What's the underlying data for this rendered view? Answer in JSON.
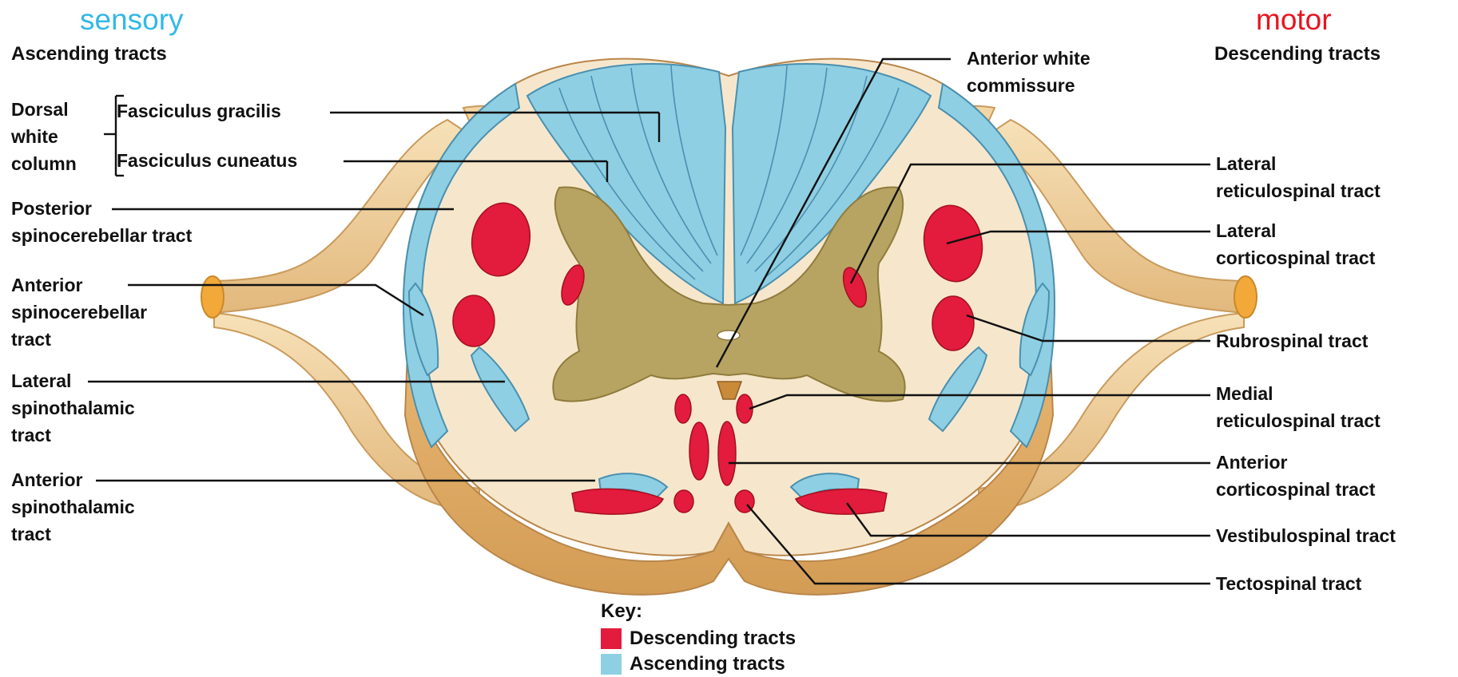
{
  "header": {
    "left_word": "sensory",
    "left_title": "Ascending tracts",
    "right_word": "motor",
    "right_title": "Descending tracts"
  },
  "left_labels": {
    "dorsal_column": [
      "Dorsal",
      "white",
      "column"
    ],
    "gracilis": "Fasciculus gracilis",
    "cuneatus": "Fasciculus cuneatus",
    "posterior_spinocerebellar": [
      "Posterior",
      "spinocerebellar tract"
    ],
    "anterior_spinocerebellar": [
      "Anterior",
      "spinocerebellar",
      "tract"
    ],
    "lateral_spinothalamic": [
      "Lateral",
      "spinothalamic",
      "tract"
    ],
    "anterior_spinothalamic": [
      "Anterior",
      "spinothalamic",
      "tract"
    ]
  },
  "right_labels": {
    "anterior_white_commissure": [
      "Anterior white",
      "commissure"
    ],
    "lateral_reticulospinal": [
      "Lateral",
      "reticulospinal tract"
    ],
    "lateral_corticospinal": [
      "Lateral",
      "corticospinal tract"
    ],
    "rubrospinal": "Rubrospinal tract",
    "medial_reticulospinal": [
      "Medial",
      "reticulospinal tract"
    ],
    "anterior_corticospinal": [
      "Anterior",
      "corticospinal tract"
    ],
    "vestibulospinal": "Vestibulospinal tract",
    "tectospinal": "Tectospinal tract"
  },
  "key": {
    "title": "Key:",
    "descending": "Descending tracts",
    "ascending": "Ascending tracts"
  },
  "colors": {
    "sensory_blue": "#33b8e8",
    "motor_red": "#e8141e",
    "descending_tract": "#e31b3c",
    "ascending_tract": "#8fcfe3",
    "white_matter": "#f6e7cc",
    "gray_matter": "#b7a463",
    "nerve_root": "#efd2a0",
    "section_edge": "#d8a868"
  }
}
